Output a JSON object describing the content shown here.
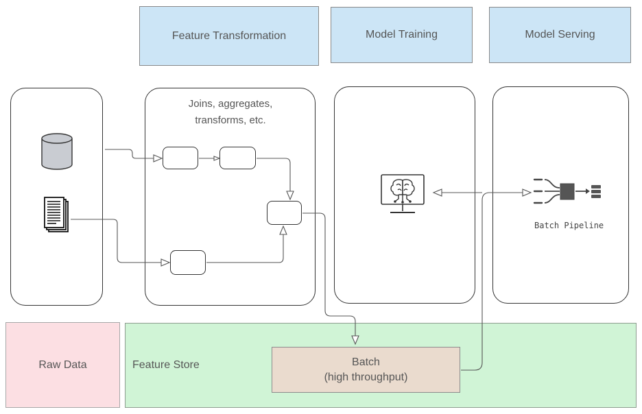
{
  "headers": {
    "feature_transformation": "Feature Transformation",
    "model_training": "Model Training",
    "model_serving": "Model Serving"
  },
  "transform_caption": {
    "line1": "Joins, aggregates,",
    "line2": "transforms, etc."
  },
  "serving_caption": "Batch Pipeline",
  "bottom": {
    "raw_data": "Raw Data",
    "feature_store": "Feature Store",
    "batch_line1": "Batch",
    "batch_line2": "(high throughput)"
  },
  "icons": {
    "database": "database-icon",
    "documents": "documents-icon",
    "training": "brain-monitor-icon",
    "pipeline": "batch-pipeline-icon"
  },
  "colors": {
    "header_fill": "#cce5f6",
    "raw_data_fill": "#fcdfe3",
    "feature_store_fill": "#d0f4d6",
    "batch_fill": "#eadbce"
  }
}
